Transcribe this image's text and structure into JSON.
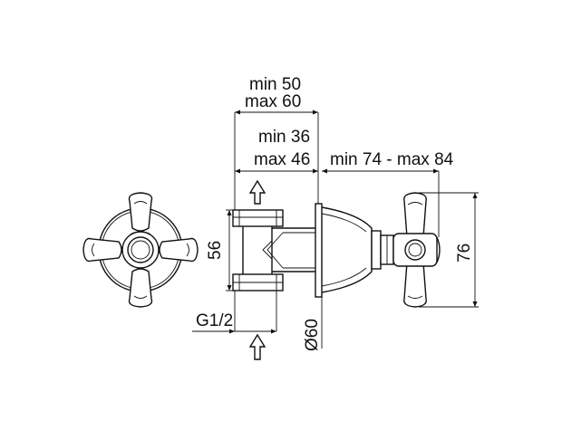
{
  "dimensions": {
    "depth_min_max": {
      "min": "min 50",
      "max": "max 60"
    },
    "body_min_max": {
      "min": "min 36",
      "max": "max 46"
    },
    "handle_range": "min 74 - max 84",
    "body_height": "56",
    "handle_height": "76",
    "thread": "G1/2",
    "flange_diameter": "Ø60"
  },
  "icons": [
    "flow-up-arrow-icon",
    "flow-inlet-arrow-icon",
    "cross-handle-icon"
  ]
}
